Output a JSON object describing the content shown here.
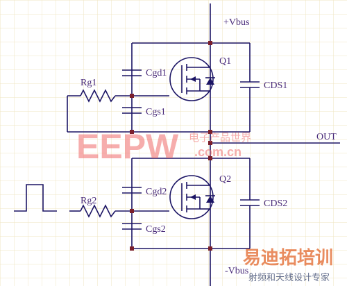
{
  "labels": {
    "vbus_pos": "+Vbus",
    "vbus_neg": "-Vbus",
    "out": "OUT",
    "q1": "Q1",
    "q2": "Q2",
    "rg1": "Rg1",
    "rg2": "Rg2",
    "cgd1": "Cgd1",
    "cgs1": "Cgs1",
    "cgd2": "Cgd2",
    "cgs2": "Cgs2",
    "cds1": "CDS1",
    "cds2": "CDS2"
  },
  "watermark": {
    "brand": "EEPW",
    "brand_cn": "电子产品世界",
    "url": ".com.cn",
    "site_cn": "易迪拓培训",
    "site_sub": "射频和天线设计专家"
  },
  "colors": {
    "grid": "#f0e6c8",
    "wire": "#1b1464",
    "node": "#7a1f2b",
    "label": "#4a2c7a"
  }
}
